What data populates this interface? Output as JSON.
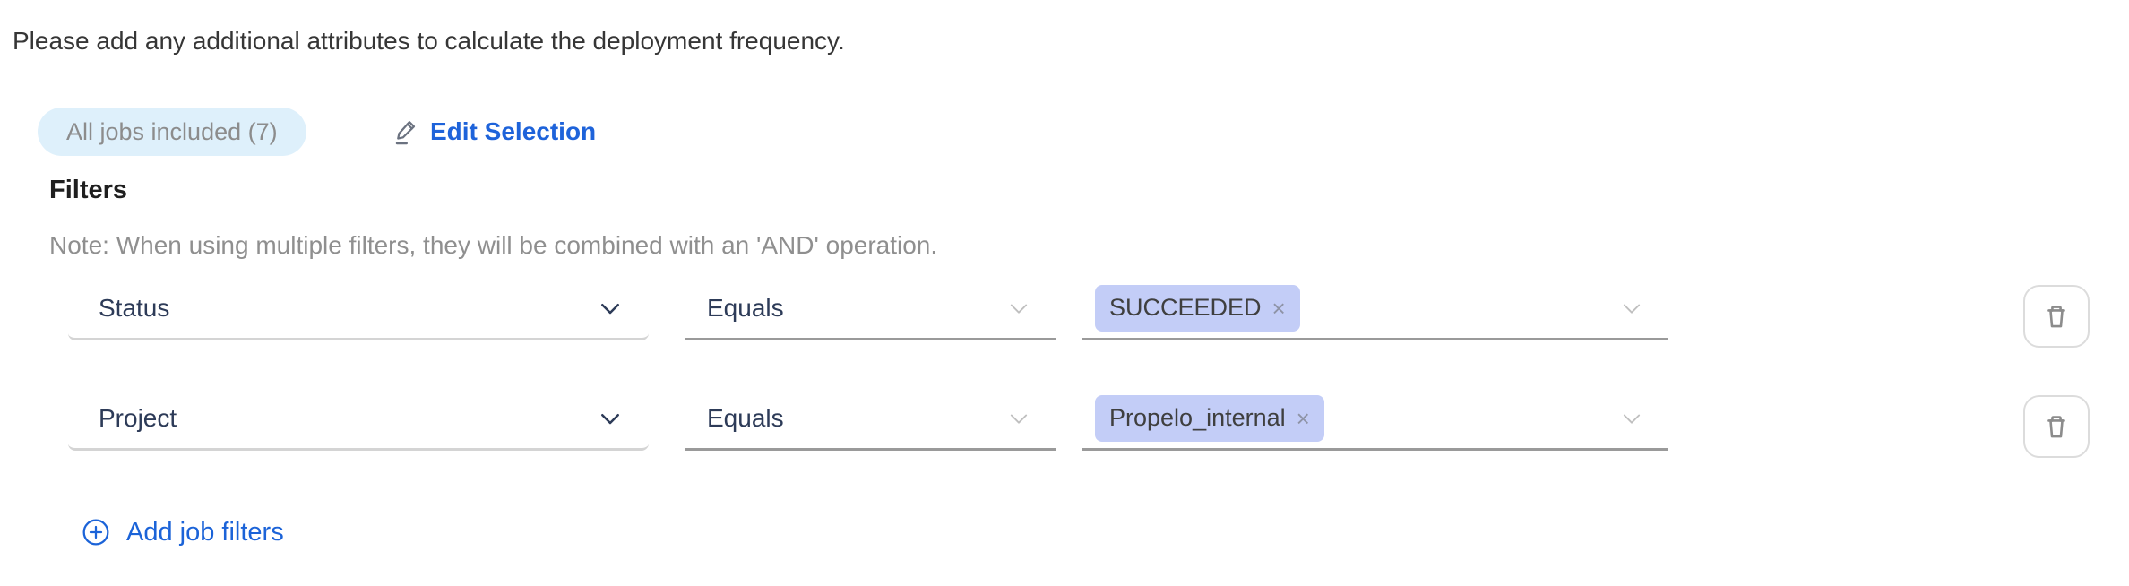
{
  "header": {
    "instruction": "Please add any additional attributes to calculate the deployment frequency."
  },
  "jobs": {
    "badge": "All jobs included (7)",
    "edit_label": "Edit Selection"
  },
  "filters": {
    "title": "Filters",
    "note": "Note: When using multiple filters, they will be combined with an 'AND' operation.",
    "rows": [
      {
        "attribute": "Status",
        "operator": "Equals",
        "values": [
          "SUCCEEDED"
        ]
      },
      {
        "attribute": "Project",
        "operator": "Equals",
        "values": [
          "Propelo_internal"
        ]
      }
    ],
    "add_label": "Add job filters"
  },
  "icons": {
    "remove_glyph": "×"
  },
  "colors": {
    "accent_blue": "#1e63da",
    "badge_background": "#def0fb",
    "badge_text": "#8c8c8c",
    "tag_background": "#c3cdf7",
    "select_text": "#2d3b58",
    "underline_light": "#d4d4d4",
    "underline_dark": "#9a9a9a",
    "note_text": "#8f8f8f"
  }
}
